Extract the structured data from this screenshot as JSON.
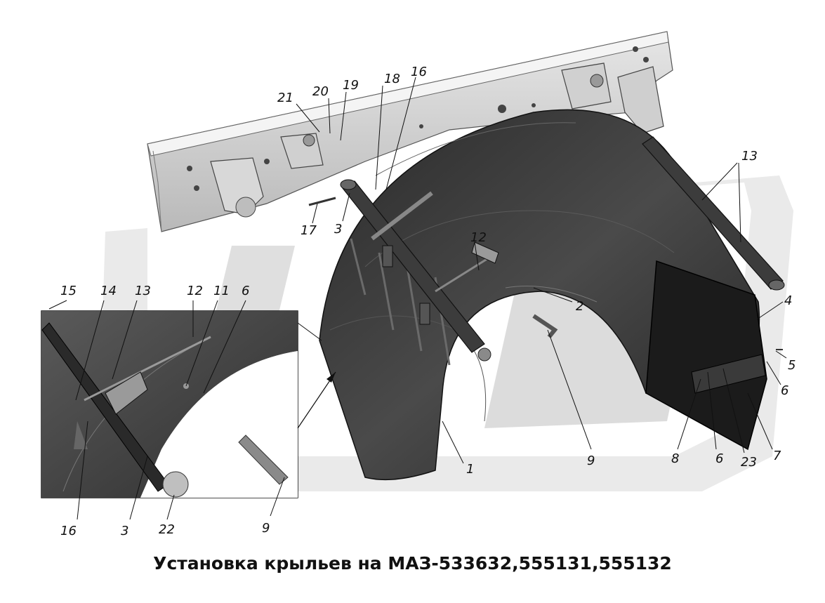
{
  "caption": "Установка крыльев на МАЗ-533632,555131,555132",
  "callouts": {
    "c21": "21",
    "c20": "20",
    "c19": "19",
    "c18": "18",
    "c16_top": "16",
    "c13_right": "13",
    "c17": "17",
    "c3_main": "3",
    "c12_main": "12",
    "c2": "2",
    "c4": "4",
    "c5": "5",
    "c6_right_a": "6",
    "c6_right_b": "6",
    "c7": "7",
    "c23": "23",
    "c8": "8",
    "c9_main": "9",
    "c1": "1",
    "c15": "15",
    "c14": "14",
    "c13_inset": "13",
    "c12_inset": "12",
    "c11": "11",
    "c6_inset": "6",
    "c16_inset": "16",
    "c3_inset": "3",
    "c22": "22",
    "c9_inset": "9"
  }
}
